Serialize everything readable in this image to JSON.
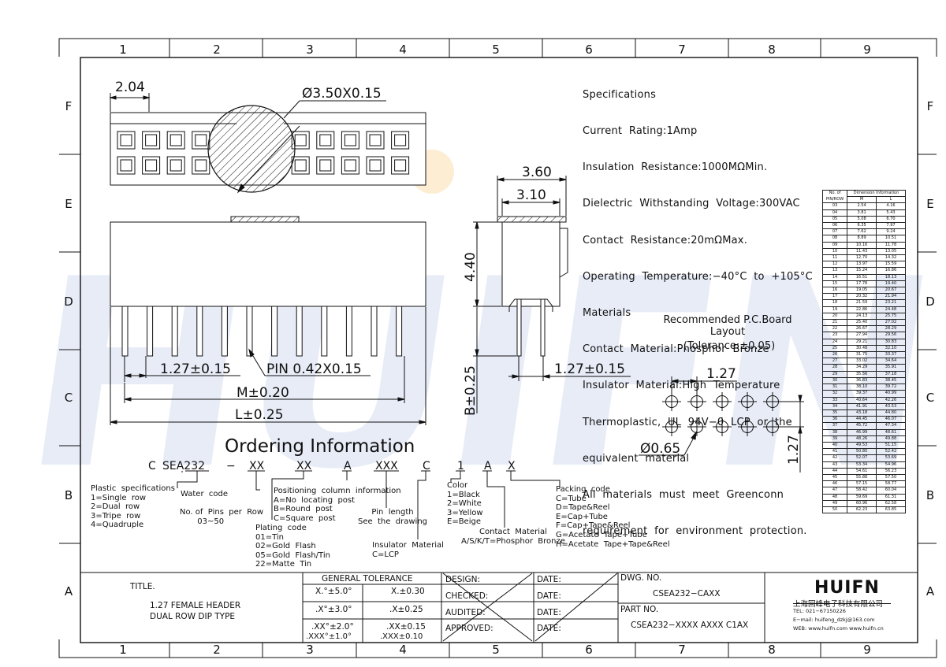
{
  "grid": {
    "columns": [
      "1",
      "2",
      "3",
      "4",
      "5",
      "6",
      "7",
      "8",
      "9"
    ],
    "rows": [
      "F",
      "E",
      "D",
      "C",
      "B",
      "A"
    ]
  },
  "watermark": "HUIFN",
  "dims": {
    "pitch_top": "2.04",
    "hole": "Ø3.50X0.15",
    "side_w1": "3.60",
    "side_w2": "3.10",
    "side_h": "4.40",
    "pitch_front": "1.27±0.15",
    "pin": "PIN  0.42X0.15",
    "m": "M±0.20",
    "l": "L±0.25",
    "pitch_side": "1.27±0.15",
    "b": "B±0.25",
    "pcb_pitch": "1.27",
    "pcb_hole": "Ø0.65",
    "pcb_row": "1.27"
  },
  "pcb": {
    "title1": "Recommended P.C.Board",
    "title2": "Layout",
    "title3": "(Tolerance:±0.05)"
  },
  "specs": [
    "Specifications",
    "Current  Rating:1Amp",
    "Insulation  Resistance:1000MΩMin.",
    "Dielectric  Withstanding  Voltage:300VAC",
    "Contact  Resistance:20mΩMax.",
    "Operating  Temperature:−40°C  to  +105°C",
    "Materials",
    "Contact  Material:Phosphor  Bronze",
    "Insulator  Material:High  Temperature",
    "Thermoplastic,  UL  94V−0  LCP  or  the",
    "equivalent  material",
    "All  materials  must  meet  Greenconn",
    "requirement  for  environment  protection."
  ],
  "table": {
    "h_pin": "No. of",
    "h_pin2": "PIN/ROW",
    "h_dim": "Dimension  Information",
    "h_m": "M",
    "h_l": "L",
    "rows": [
      [
        "03",
        "2.54",
        "4.16"
      ],
      [
        "04",
        "3.81",
        "5.43"
      ],
      [
        "05",
        "5.08",
        "6.70"
      ],
      [
        "06",
        "6.35",
        "7.97"
      ],
      [
        "07",
        "7.62",
        "9.24"
      ],
      [
        "08",
        "8.89",
        "10.51"
      ],
      [
        "09",
        "10.16",
        "11.78"
      ],
      [
        "10",
        "11.43",
        "13.05"
      ],
      [
        "11",
        "12.70",
        "14.32"
      ],
      [
        "12",
        "13.97",
        "15.59"
      ],
      [
        "13",
        "15.24",
        "16.86"
      ],
      [
        "14",
        "16.51",
        "18.13"
      ],
      [
        "15",
        "17.78",
        "19.40"
      ],
      [
        "16",
        "19.05",
        "20.67"
      ],
      [
        "17",
        "20.32",
        "21.94"
      ],
      [
        "18",
        "21.59",
        "23.21"
      ],
      [
        "19",
        "22.86",
        "24.48"
      ],
      [
        "20",
        "24.13",
        "25.75"
      ],
      [
        "21",
        "25.40",
        "27.02"
      ],
      [
        "22",
        "26.67",
        "28.29"
      ],
      [
        "23",
        "27.94",
        "29.56"
      ],
      [
        "24",
        "29.21",
        "30.83"
      ],
      [
        "25",
        "30.48",
        "32.10"
      ],
      [
        "26",
        "31.75",
        "33.37"
      ],
      [
        "27",
        "33.02",
        "34.64"
      ],
      [
        "28",
        "34.29",
        "35.91"
      ],
      [
        "29",
        "35.56",
        "37.18"
      ],
      [
        "30",
        "36.83",
        "38.45"
      ],
      [
        "31",
        "38.10",
        "39.72"
      ],
      [
        "32",
        "39.37",
        "40.99"
      ],
      [
        "33",
        "40.64",
        "42.26"
      ],
      [
        "34",
        "41.91",
        "43.53"
      ],
      [
        "35",
        "43.18",
        "44.80"
      ],
      [
        "36",
        "44.45",
        "46.07"
      ],
      [
        "37",
        "45.72",
        "47.34"
      ],
      [
        "38",
        "46.99",
        "48.61"
      ],
      [
        "39",
        "48.26",
        "49.88"
      ],
      [
        "40",
        "49.53",
        "51.15"
      ],
      [
        "41",
        "50.80",
        "52.42"
      ],
      [
        "42",
        "52.07",
        "53.69"
      ],
      [
        "43",
        "53.34",
        "54.96"
      ],
      [
        "44",
        "54.61",
        "56.23"
      ],
      [
        "45",
        "55.88",
        "57.50"
      ],
      [
        "46",
        "57.15",
        "58.77"
      ],
      [
        "47",
        "58.42",
        "60.04"
      ],
      [
        "48",
        "59.69",
        "61.31"
      ],
      [
        "49",
        "60.96",
        "62.58"
      ],
      [
        "50",
        "62.23",
        "63.85"
      ]
    ]
  },
  "ordering": {
    "title": "Ordering  Information",
    "code_c": "C",
    "code_sea": "SEA232",
    "code_dash": "−",
    "code_xx1": "XX",
    "code_xx2": "XX",
    "code_a": "A",
    "code_xxx": "XXX",
    "code_c2": "C",
    "code_1": "1",
    "code_a2": "A",
    "code_x": "X",
    "plastic": "Plastic  specifications\n1=Single  row\n2=Dual  row\n3=Tripe  row\n4=Quadruple",
    "water": "Water  code",
    "pins": "No. of  Pins  per  Row\n       03~50",
    "plating": "Plating  code\n01=Tin\n02=Gold  Flash\n05=Gold  Flash/Tin\n22=Matte  Tin",
    "positioning": "Positioning  column  information\nA=No  locating  post\nB=Round  post\nC=Square  post",
    "pinlen": "Pin  length\nSee  the  drawing",
    "insulator": "Insulator  Material\nC=LCP",
    "color": "Color\n1=Black\n2=White\n3=Yellow\nE=Beige",
    "contact": "Contact  Material\nA/S/K/T=Phosphor  Bronze",
    "packing": "Packing  code\nC=Tube\nD=Tape&Reel\nE=Cap+Tube\nF=Cap+Tape&Reel\nG=Acetate  Tape+Tube\nH=Acetate  Tape+Tape&Reel"
  },
  "titleblock": {
    "title_label": "TITLE.",
    "title1": "1.27  FEMALE  HEADER",
    "title2": "DUAL  ROW  DIP  TYPE",
    "tol_head": "GENERAL  TOLERANCE",
    "tol": [
      [
        "X.°±5.0°",
        "X.±0.30"
      ],
      [
        ".X°±3.0°",
        ".X±0.25"
      ],
      [
        ".XX°±2.0°",
        ".XX±0.15"
      ],
      [
        ".XXX°±1.0°",
        ".XXX±0.10"
      ]
    ],
    "design": "DESIGN:",
    "checked": "CHECKED:",
    "audited": "AUDITED:",
    "approved": "APPROVED:",
    "date": "DATE:",
    "dwg_label": "DWG.  NO.",
    "dwg_no": "CSEA232−CAXX",
    "part_label": "PART  NO.",
    "part_no": "CSEA232−XXXX  AXXX  C1AX",
    "logo": "HUIFN",
    "company": "上海回峰电子科技有限公司",
    "tel": "TEL:  021−67150226",
    "email": "E−mail:  huifeng_dzkj@163.com",
    "web": "WEB:  www.huifn.com   www.huifn.cn"
  }
}
